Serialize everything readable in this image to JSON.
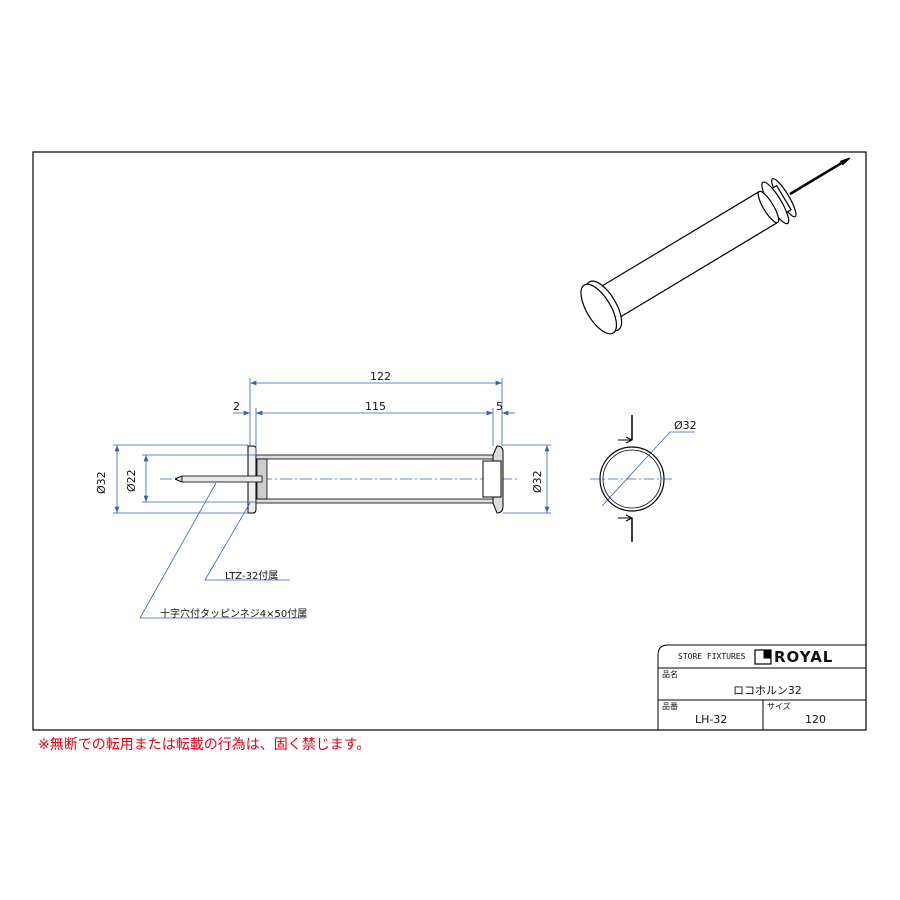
{
  "dimensions": {
    "overall": "122",
    "body": "115",
    "flange": "2",
    "cap": "5",
    "dia_left_outer": "Ø32",
    "dia_left_inner": "Ø22",
    "dia_right": "Ø32",
    "dia_section": "Ø32"
  },
  "callouts": {
    "bracket": "LTZ-32付属",
    "screw": "十字穴付タッピンネジ4×50付属"
  },
  "title_block": {
    "company_label": "STORE FIXTURES",
    "brand": "ROYAL",
    "name_label": "品名",
    "name_value": "ロコホルン32",
    "code_label": "品番",
    "code_value": "LH-32",
    "size_label": "サイズ",
    "size_value": "120"
  },
  "notice": "※無断での転用または転載の行為は、固く禁じます。",
  "colors": {
    "dimension": "#3a5fb5",
    "notice": "#e60012",
    "line": "#000000"
  }
}
